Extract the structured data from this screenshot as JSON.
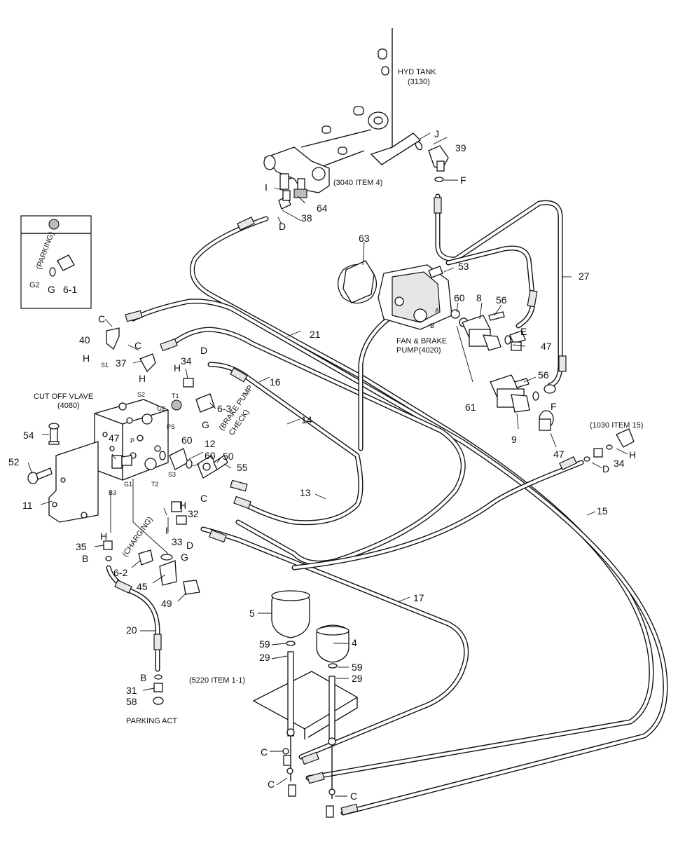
{
  "labels": {
    "hyd_tank": "HYD TANK",
    "hyd_tank_ref": "(3130)",
    "item_3040": "(3040 ITEM 4)",
    "fan_brake_pump": "FAN & BRAKE",
    "fan_brake_pump2": "PUMP(4020)",
    "cut_off_valve": "CUT OFF VLAVE",
    "cut_off_valve_ref": "(4080)",
    "item_1030": "(1030 ITEM 15)",
    "item_5220": "(5220 ITEM 1-1)",
    "parking_act": "PARKING ACT",
    "parking": "(PARKING)",
    "charging": "(CHARGING)",
    "brake_pump_check": "(BRAKE PUMP",
    "brake_pump_check2": "CHECK)"
  },
  "port_labels": {
    "s1": "S1",
    "s2": "S2",
    "s3": "S3",
    "t1": "T1",
    "t2": "T2",
    "g1": "G1",
    "g2": "G2",
    "g2_inset": "G2",
    "ps": "PS",
    "b3": "B3",
    "p": "P",
    "pa": "A",
    "pb": "B"
  },
  "callouts": {
    "n39": "39",
    "nJ": "J",
    "nF_top": "F",
    "n64": "64",
    "n38": "38",
    "nI_top": "I",
    "nD_top": "D",
    "n63": "63",
    "n53": "53",
    "n27": "27",
    "n60_pump": "60",
    "n8": "8",
    "n56_top": "56",
    "nE": "E",
    "n47_top": "47",
    "n56_low": "56",
    "nF_low": "F",
    "n61": "61",
    "n9": "9",
    "n47_low": "47",
    "n34_right": "34",
    "nH_right": "H",
    "nD_right": "D",
    "n15": "15",
    "n21": "21",
    "n16": "16",
    "n14": "14",
    "n13": "13",
    "n17": "17",
    "nC_top1": "C",
    "n40": "40",
    "nH_40": "H",
    "nC_top2": "C",
    "n37": "37",
    "nH_37": "H",
    "n34_left": "34",
    "nH_34": "H",
    "nD_mid": "D",
    "n6_3": "6-3",
    "nG_mid": "G",
    "n12": "12",
    "n60_a": "60",
    "n60_b": "60",
    "n50": "50",
    "n55": "55",
    "n47_left": "47",
    "n54": "54",
    "n52": "52",
    "n11": "11",
    "n32": "32",
    "nH_32": "H",
    "nC_32": "C",
    "n33": "33",
    "nI_low": "I",
    "nD_low": "D",
    "nG_low": "G",
    "nH_low": "H",
    "n35": "35",
    "nB_top": "B",
    "n6_2": "6-2",
    "n45": "45",
    "n49": "49",
    "n20": "20",
    "nB_low": "B",
    "n31": "31",
    "n58": "58",
    "n5": "5",
    "n4": "4",
    "n59_a": "59",
    "n29_a": "29",
    "n59_b": "59",
    "n29_b": "29",
    "nC_b1": "C",
    "nC_b2": "C",
    "nC_b3": "C",
    "nG_inset": "G",
    "n6_1": "6-1"
  }
}
